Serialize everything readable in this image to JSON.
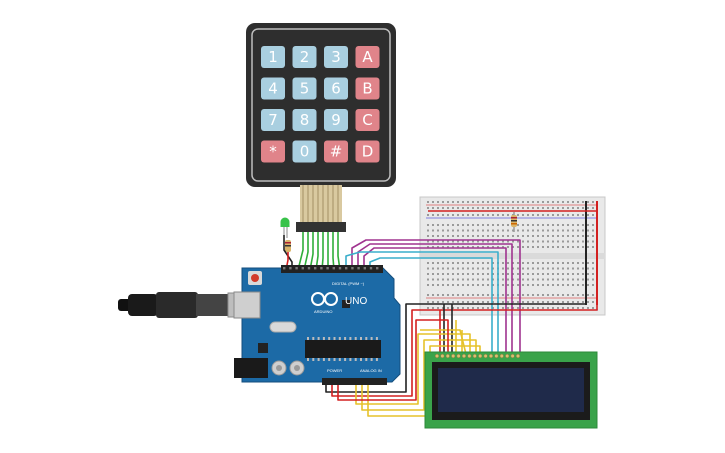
{
  "keypad": {
    "rows": [
      [
        "1",
        "2",
        "3",
        "A"
      ],
      [
        "4",
        "5",
        "6",
        "B"
      ],
      [
        "7",
        "8",
        "9",
        "C"
      ],
      [
        "*",
        "0",
        "#",
        "D"
      ]
    ],
    "number_color": "#a9cfe0",
    "letter_color": "#e0848a",
    "body_color": "#2e2e2e"
  },
  "arduino": {
    "brand": "ARDUINO",
    "model": "UNO",
    "digital_label": "DIGITAL (PWM ~)",
    "power_label": "POWER",
    "analog_label": "ANALOG IN",
    "board_color": "#1c6aa6"
  },
  "lcd": {
    "board_color": "#3aa34a",
    "screen_color": "#1f2a4a"
  },
  "wire_colors": {
    "green": "#2fae3a",
    "purple": "#a0338f",
    "teal": "#3aaecb",
    "red": "#d32020",
    "black": "#222222",
    "yellow": "#e6c22a"
  }
}
